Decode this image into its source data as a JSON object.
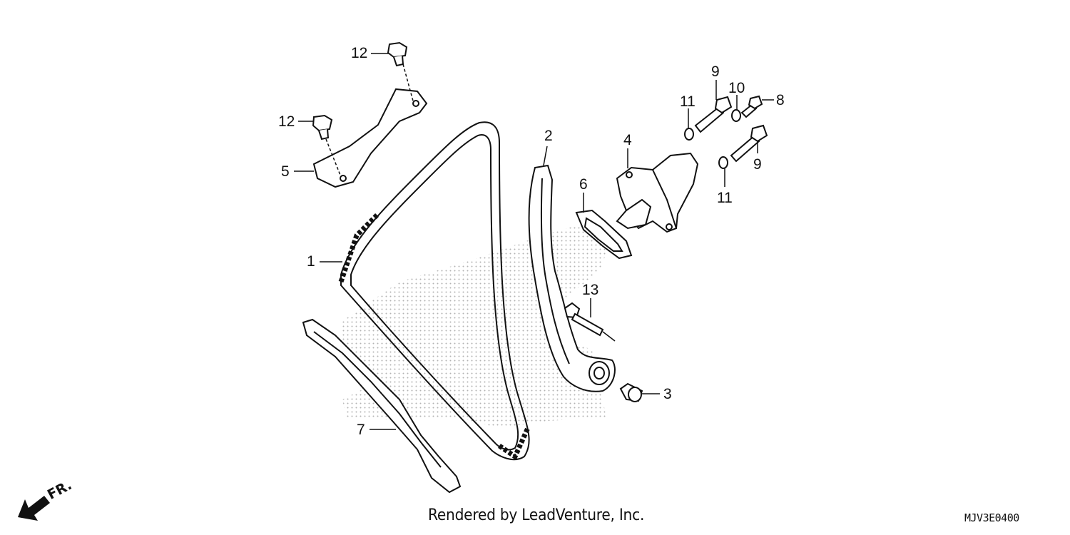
{
  "callouts": [
    {
      "id": "1",
      "text": "1"
    },
    {
      "id": "2",
      "text": "2"
    },
    {
      "id": "3",
      "text": "3"
    },
    {
      "id": "4",
      "text": "4"
    },
    {
      "id": "5",
      "text": "5"
    },
    {
      "id": "6",
      "text": "6"
    },
    {
      "id": "7",
      "text": "7"
    },
    {
      "id": "8",
      "text": "8"
    },
    {
      "id": "9a",
      "text": "9"
    },
    {
      "id": "9b",
      "text": "9"
    },
    {
      "id": "10",
      "text": "10"
    },
    {
      "id": "11a",
      "text": "11"
    },
    {
      "id": "11b",
      "text": "11"
    },
    {
      "id": "12a",
      "text": "12"
    },
    {
      "id": "12b",
      "text": "12"
    },
    {
      "id": "13",
      "text": "13"
    }
  ],
  "direction_label": "FR.",
  "credit": "Rendered by LeadVenture, Inc.",
  "diagram_code": "MJV3E0400",
  "colors": {
    "line": "#111111",
    "background": "#ffffff",
    "shading": "#9a9a9a"
  }
}
